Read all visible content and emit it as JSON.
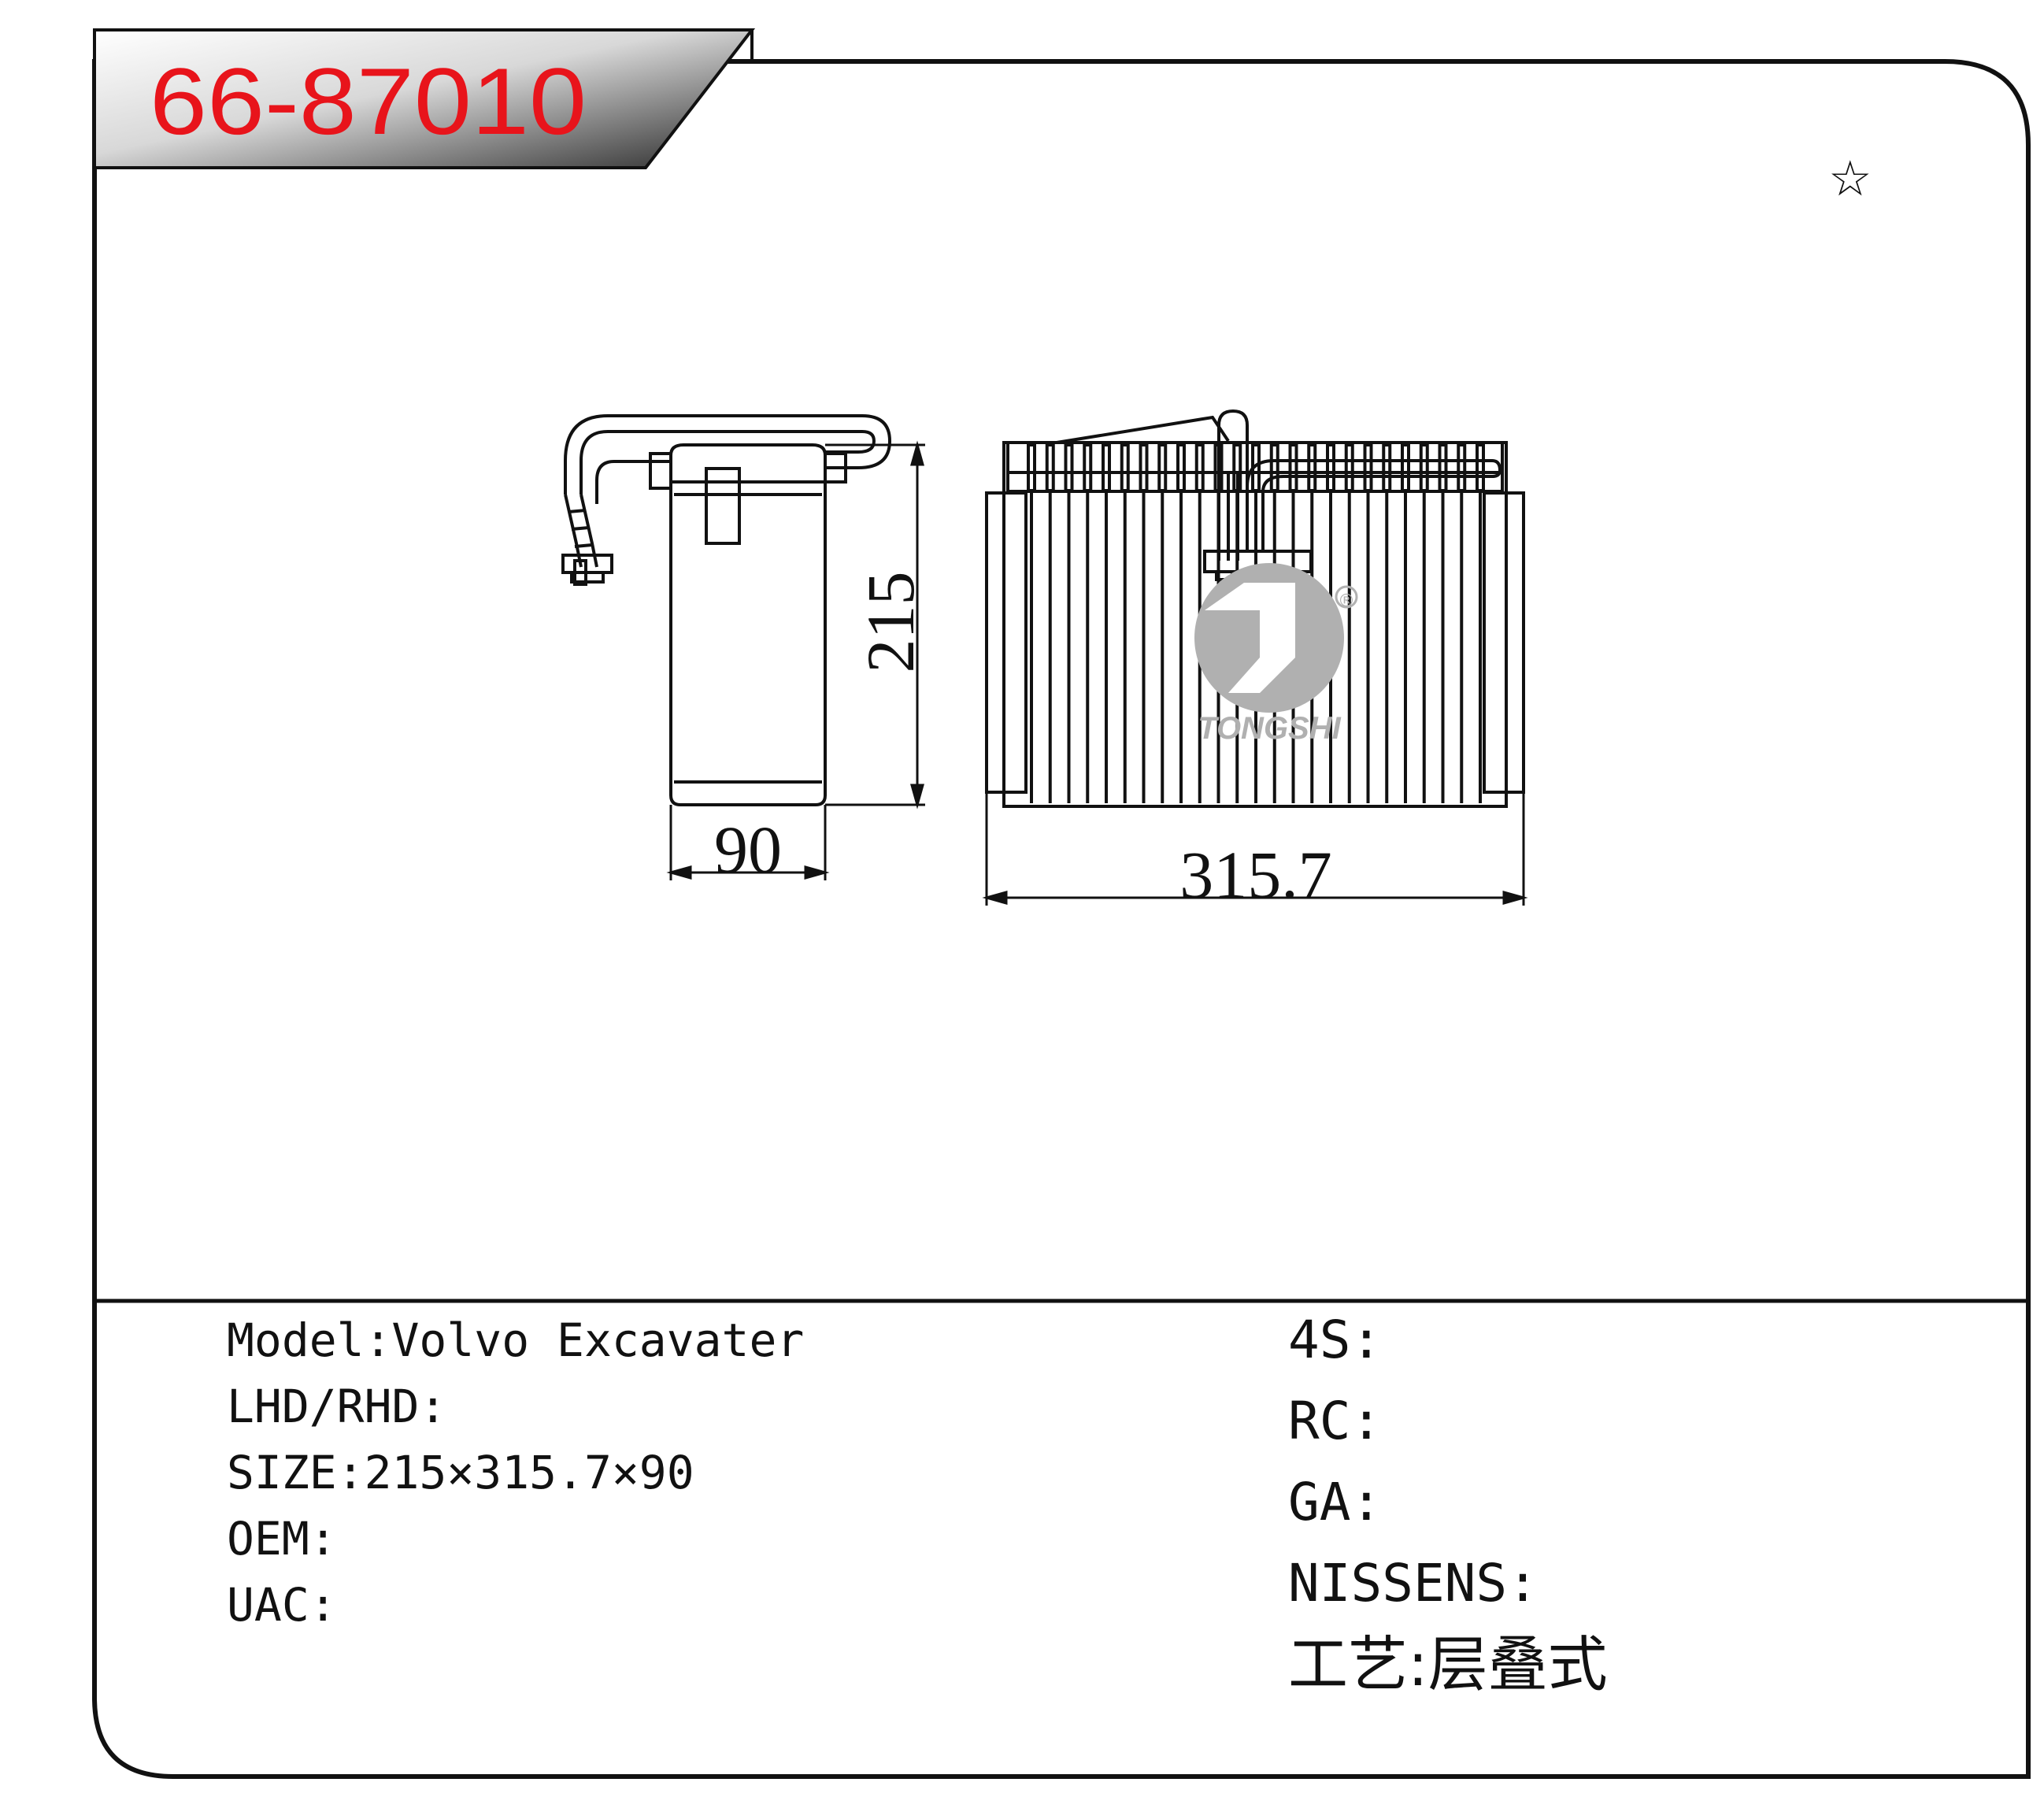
{
  "part_number": "66-87010",
  "dimensions": {
    "height_label": "215",
    "depth_label": "90",
    "width_label": "315.7"
  },
  "logo": {
    "brand": "TONGSHI",
    "registered": "®"
  },
  "star_symbol": "☆",
  "specs_left": [
    {
      "label": "Model:",
      "value": "Volvo Excavater"
    },
    {
      "label": "LHD/RHD:",
      "value": ""
    },
    {
      "label": "SIZE:",
      "value": "215×315.7×90"
    },
    {
      "label": "OEM:",
      "value": ""
    },
    {
      "label": "UAC:",
      "value": ""
    }
  ],
  "specs_right": [
    {
      "label": "4S:",
      "value": ""
    },
    {
      "label": "RC:",
      "value": ""
    },
    {
      "label": "GA:",
      "value": ""
    },
    {
      "label": "NISSENS:",
      "value": ""
    },
    {
      "label": "工艺:",
      "value": "层叠式"
    }
  ],
  "colors": {
    "title_red": "#e8141b",
    "line": "#111111",
    "logo_gray": "#b0b0b0"
  }
}
